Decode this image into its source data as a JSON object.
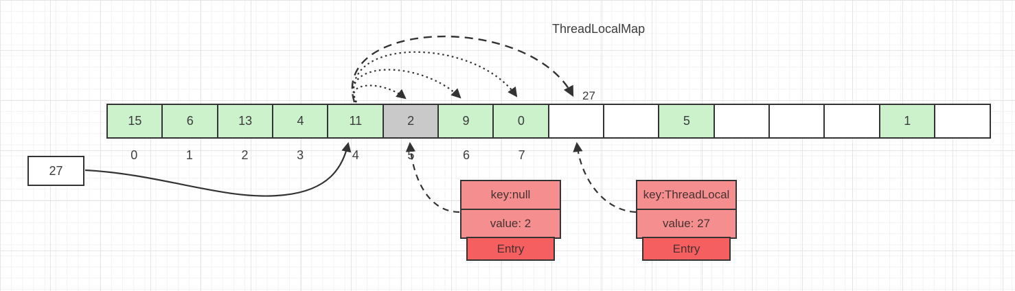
{
  "title": "ThreadLocalMap",
  "hash_label": "27",
  "incoming_box": {
    "label": "27"
  },
  "array": {
    "cells": [
      {
        "value": "15",
        "cls": "cell green"
      },
      {
        "value": "6",
        "cls": "cell green"
      },
      {
        "value": "13",
        "cls": "cell green"
      },
      {
        "value": "4",
        "cls": "cell green"
      },
      {
        "value": "11",
        "cls": "cell green"
      },
      {
        "value": "2",
        "cls": "cell gray"
      },
      {
        "value": "9",
        "cls": "cell green"
      },
      {
        "value": "0",
        "cls": "cell green"
      },
      {
        "value": "",
        "cls": "cell empty"
      },
      {
        "value": "",
        "cls": "cell empty"
      },
      {
        "value": "5",
        "cls": "cell green"
      },
      {
        "value": "",
        "cls": "cell empty"
      },
      {
        "value": "",
        "cls": "cell empty"
      },
      {
        "value": "",
        "cls": "cell empty"
      },
      {
        "value": "1",
        "cls": "cell green"
      },
      {
        "value": "",
        "cls": "cell empty"
      }
    ],
    "indices": [
      "0",
      "1",
      "2",
      "3",
      "4",
      "5",
      "6",
      "7"
    ]
  },
  "entries": [
    {
      "key": "key:null",
      "value": "value: 2",
      "tag": "Entry"
    },
    {
      "key": "key:ThreadLocal",
      "value": "value: 27",
      "tag": "Entry"
    }
  ],
  "colors": {
    "cell_green": "#ccf2cb",
    "cell_gray": "#c9c9c9",
    "cell_empty": "#ffffff",
    "entry_row": "#f58f8f",
    "entry_tab": "#f55f5f",
    "stroke": "#333333"
  }
}
